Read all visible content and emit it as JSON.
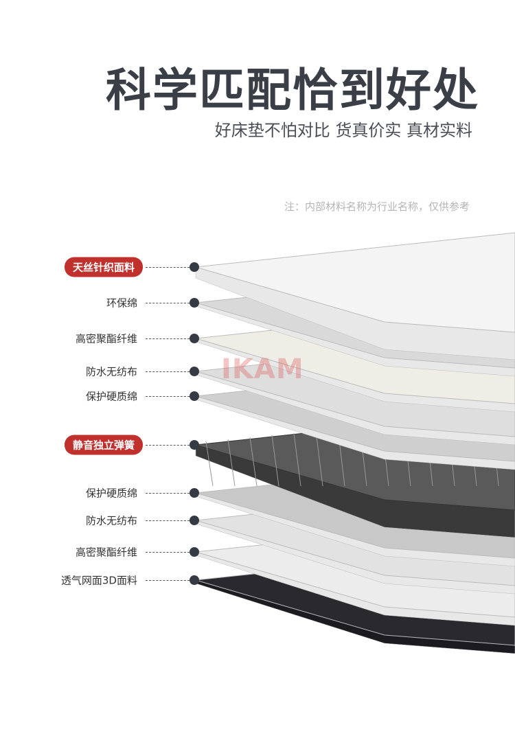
{
  "header": {
    "title": "科学匹配恰到好处",
    "subtitle": "好床垫不怕对比 货真价实 真材实料",
    "note": "注：内部材料名称为行业名称，仅供参考"
  },
  "watermark": "IKAM",
  "accent_color": "#c0312e",
  "layers": [
    {
      "label": "天丝针织面料",
      "highlight": true,
      "color": "#f4f4f4"
    },
    {
      "label": "环保绵",
      "highlight": false,
      "color": "#d9d9d9"
    },
    {
      "label": "高密聚酯纤维",
      "highlight": false,
      "color": "#efeee6"
    },
    {
      "label": "防水无纺布",
      "highlight": false,
      "color": "#dedede"
    },
    {
      "label": "保护硬质绵",
      "highlight": false,
      "color": "#cfcfcf"
    },
    {
      "label": "静音独立弹簧",
      "highlight": true,
      "color": "#5a5a5a"
    },
    {
      "label": "保护硬质绵",
      "highlight": false,
      "color": "#c8c8c8"
    },
    {
      "label": "防水无纺布",
      "highlight": false,
      "color": "#e2e2e2"
    },
    {
      "label": "高密聚酯纤维",
      "highlight": false,
      "color": "#ececec"
    },
    {
      "label": "透气网面3D面料",
      "highlight": false,
      "color": "#2a292e"
    }
  ]
}
